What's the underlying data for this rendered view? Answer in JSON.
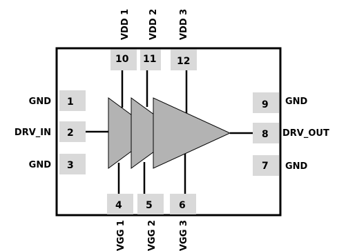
{
  "diagram": {
    "left_labels": [
      "GND",
      "DRV_IN",
      "GND"
    ],
    "right_labels": [
      "GND",
      "DRV_OUT",
      "GND"
    ],
    "top_labels": [
      "VDD 1",
      "VDD 2",
      "VDD 3"
    ],
    "bottom_labels": [
      "VGG 1",
      "VGG 2",
      "VGG 3"
    ],
    "pins": {
      "p1": "1",
      "p2": "2",
      "p3": "3",
      "p4": "4",
      "p5": "5",
      "p6": "6",
      "p7": "7",
      "p8": "8",
      "p9": "9",
      "p10": "10",
      "p11": "11",
      "p12": "12"
    },
    "colors": {
      "pin_fill": "#d9d9d9",
      "amp_fill": "#b3b3b3",
      "outline": "#000000"
    }
  }
}
